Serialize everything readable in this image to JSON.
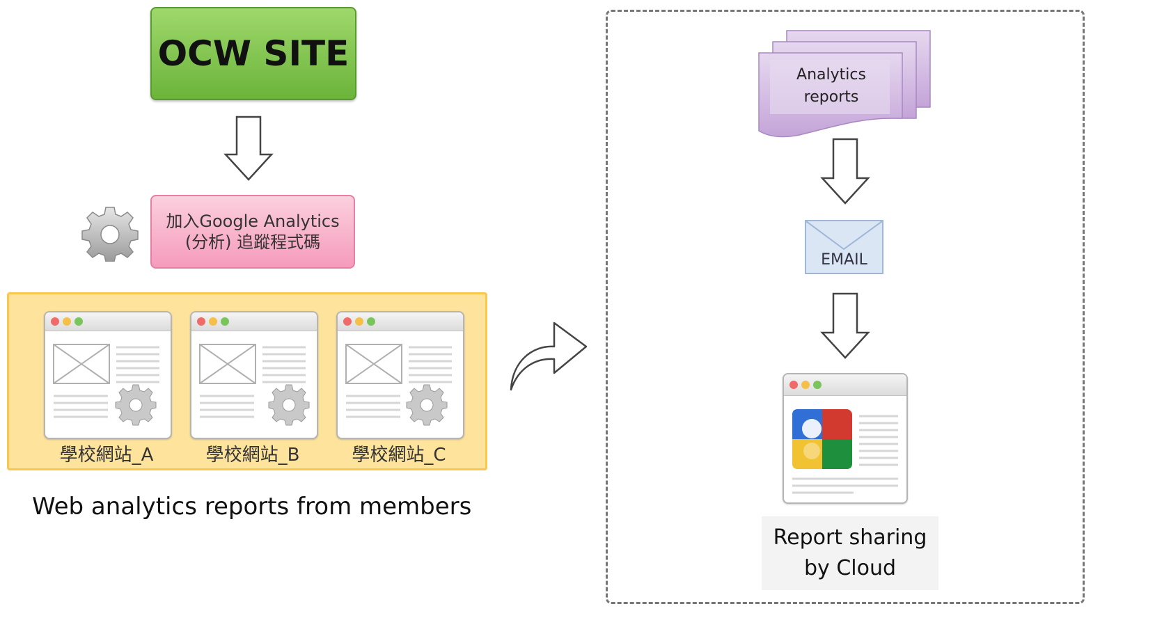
{
  "ocw_site": "OCW SITE",
  "ga_box": {
    "line1": "加入Google Analytics",
    "line2": "(分析) 追蹤程式碼"
  },
  "member_sites": [
    {
      "label": "學校網站_A"
    },
    {
      "label": "學校網站_B"
    },
    {
      "label": "學校網站_C"
    }
  ],
  "left_caption": "Web analytics reports from members",
  "analytics_reports": {
    "line1": "Analytics",
    "line2": "reports"
  },
  "email_label": "EMAIL",
  "cloud_caption": {
    "line1": "Report sharing",
    "line2": "by Cloud"
  },
  "colors": {
    "ocw_green": "#7cc247",
    "ga_pink": "#f7b0c8",
    "panel_orange": "#fde39c",
    "reports_purple": "#cdb5de",
    "email_blue": "#dbe6f5"
  },
  "icons": [
    "gear-icon",
    "down-arrow-icon",
    "curved-arrow-icon",
    "envelope-icon",
    "google-logo-icon",
    "browser-window-icon"
  ]
}
